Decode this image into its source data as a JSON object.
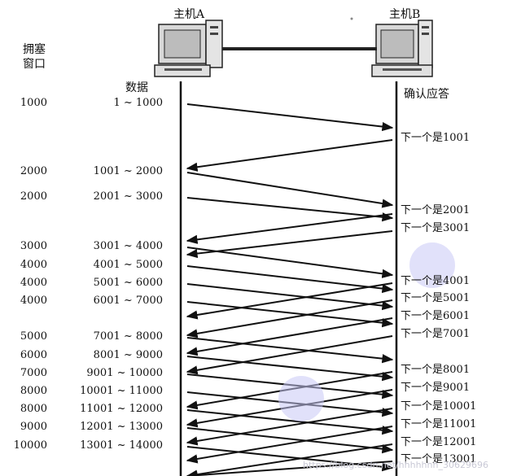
{
  "header": {
    "host_a": "主机A",
    "host_b": "主机B",
    "cwnd_title_line1": "拥塞",
    "cwnd_title_line2": "窗口",
    "data_title": "数据",
    "ack_title": "确认应答"
  },
  "sends": [
    {
      "cwnd": "1000",
      "range": "1 ~ 1000"
    },
    {
      "cwnd": "2000",
      "range": "1001 ~ 2000"
    },
    {
      "cwnd": "2000",
      "range": "2001 ~ 3000"
    },
    {
      "cwnd": "3000",
      "range": "3001 ~ 4000"
    },
    {
      "cwnd": "4000",
      "range": "4001 ~ 5000"
    },
    {
      "cwnd": "4000",
      "range": "5001 ~ 6000"
    },
    {
      "cwnd": "4000",
      "range": "6001 ~ 7000"
    },
    {
      "cwnd": "5000",
      "range": "7001 ~ 8000"
    },
    {
      "cwnd": "6000",
      "range": "8001 ~ 9000"
    },
    {
      "cwnd": "7000",
      "range": "9001 ~ 10000"
    },
    {
      "cwnd": "8000",
      "range": "10001 ~ 11000"
    },
    {
      "cwnd": "8000",
      "range": "11001 ~ 12000"
    },
    {
      "cwnd": "9000",
      "range": "12001 ~ 13000"
    },
    {
      "cwnd": "10000",
      "range": "13001 ~ 14000"
    }
  ],
  "acks": [
    "下一个是1001",
    "下一个是2001",
    "下一个是3001",
    "下一个是4001",
    "下一个是5001",
    "下一个是6001",
    "下一个是7001",
    "下一个是8001",
    "下一个是9001",
    "下一个是10001",
    "下一个是11001",
    "下一个是12001",
    "下一个是13001"
  ],
  "watermark": "https://blog.csdn.net/hhhhhhh_30629696",
  "colors": {
    "line": "#111111",
    "cable": "#222222",
    "blob": "#c8c8f5",
    "watermark": "#c9c9d6"
  },
  "icons": [
    "computer-icon",
    "computer-icon"
  ]
}
